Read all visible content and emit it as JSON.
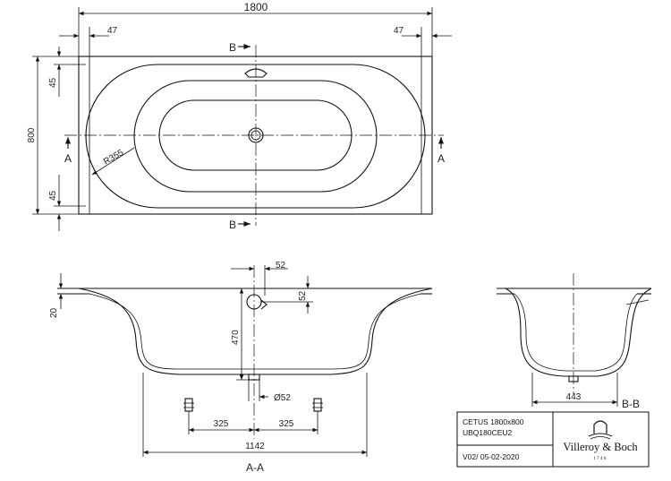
{
  "top_view": {
    "overall_length": "1800",
    "overall_width": "800",
    "left_offset": "47",
    "right_offset": "47",
    "rim_top": "45",
    "rim_bottom": "45",
    "radius": "R355",
    "section_b_top": "B",
    "section_b_bottom": "B",
    "section_a_left": "A",
    "section_a_right": "A"
  },
  "section_aa": {
    "overflow_offset": "52",
    "overflow_height": "52",
    "rim_thickness": "20",
    "depth": "470",
    "drain_diameter": "Ø52",
    "foot_left": "325",
    "foot_right": "325",
    "foot_span": "1142",
    "label": "A-A"
  },
  "section_bb": {
    "foot_span": "443",
    "label": "B-B"
  },
  "title_block": {
    "model": "CETUS 1800x800",
    "code": "UBQ180CEU2",
    "version": "V02/ 05-02-2020",
    "brand": "Villeroy & Boch",
    "brand_year": "1748"
  }
}
